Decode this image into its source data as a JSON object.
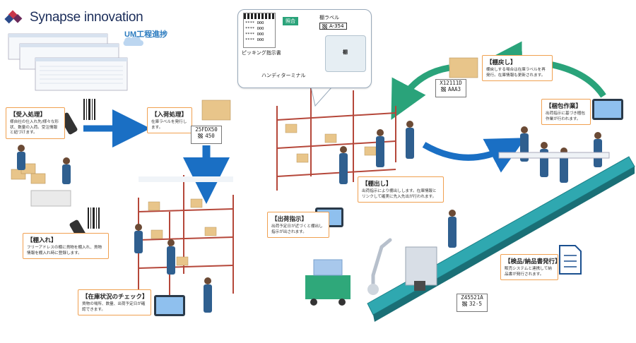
{
  "brand": {
    "name": "Synapse innovation",
    "product": "UM工程進捗"
  },
  "colors": {
    "arrow_blue": "#1a6fc4",
    "arrow_green": "#2aa37a",
    "callout_border": "#f0a050",
    "shelf_red": "#b5473a",
    "worker_blue": "#2f5f8f",
    "box": "#e8c58a",
    "conveyor": "#2fa8b0"
  },
  "steps": {
    "receiving": {
      "title": "【受入処理】",
      "desc": "様自社の仕入れ先/様々な形状、数量の入荷。受注情報と紐づけます。"
    },
    "arrival": {
      "title": "【入荷処理】",
      "desc": "在庫ラベルを発行します。"
    },
    "storage": {
      "title": "【棚入れ】",
      "desc": "フリーアドレスの棚に貨物を棚入れ、貨物情報を棚入れ時に登録します。"
    },
    "inventory": {
      "title": "【在庫状況のチェック】",
      "desc": "貨物の場所、数量、出荷予定日が確認できます。"
    },
    "shipping_instr": {
      "title": "【出荷指示】",
      "desc": "出荷予定日が近づくと棚出し指示が出されます。"
    },
    "picking": {
      "title": "【棚出し】",
      "desc": "出荷指示により棚出しします。在庫情報とリンクして確実に先入先出が行われます。"
    },
    "restock": {
      "title": "【棚戻し】",
      "desc": "棚戻しする場合は在庫ラベルを再発行。在庫情報も更新されます。"
    },
    "packing": {
      "title": "【梱包作業】",
      "desc": "出荷指示に基づき梱包作業が行われます。"
    },
    "inspection": {
      "title": "【検品/納品書発行】",
      "desc": "販売システムと連携して納品書が発行されます。"
    }
  },
  "labels": {
    "arrival": {
      "code": "25FDX50",
      "qty": "450"
    },
    "restock": {
      "code": "X12111D",
      "qty": "AAA3"
    },
    "conveyor": {
      "code": "Z45521A",
      "qty": "32-5"
    }
  },
  "bubble": {
    "match": "照合",
    "shelf_label": "棚ラベル",
    "shelf_code": "A-354",
    "picking_sheet": "ピッキング指示書",
    "terminal": "ハンディターミナル",
    "shelf": "棚",
    "sheet_rows": [
      "****",
      "****",
      "****",
      "****"
    ],
    "sheet_vals": [
      "OOO",
      "OOO",
      "OOO",
      "OOO"
    ]
  },
  "icons": [
    "logo-icon",
    "cloud-icon",
    "barcode-icon",
    "handheld-scanner-icon",
    "tablet-icon",
    "document-icon",
    "cardboard-box-icon",
    "shelving-rack-icon",
    "worker-icon",
    "robot-arm-icon",
    "conveyor-icon",
    "cart-icon"
  ]
}
